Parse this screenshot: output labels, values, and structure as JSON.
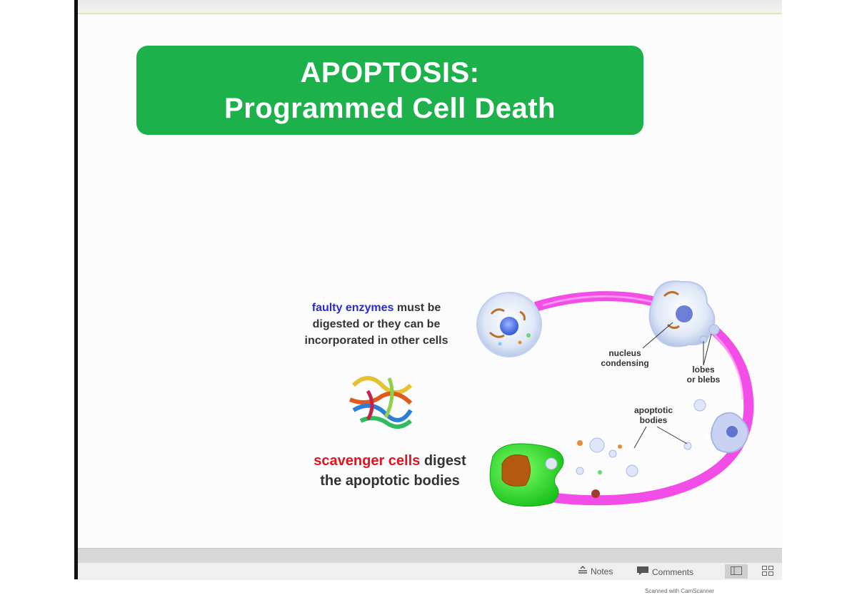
{
  "slide": {
    "title_line1": "APOPTOSIS:",
    "title_line2": "Programmed Cell Death",
    "title_color": "#1db14b",
    "faulty": {
      "highlight": "faulty enzymes",
      "rest1": " must be",
      "line2": "digested or they can be",
      "line3": "incorporated in other cells"
    },
    "scavenger": {
      "highlight": "scavenger cells",
      "rest1": " digest",
      "line2": "the apoptotic bodies"
    },
    "labels": {
      "nucleus_1": "nucleus",
      "nucleus_2": "condensing",
      "lobes_1": "lobes",
      "lobes_2": "or blebs",
      "apoptotic_1": "apoptotic",
      "apoptotic_2": "bodies"
    }
  },
  "statusbar": {
    "notes": "Notes",
    "comments": "Comments"
  },
  "watermark": "Scanned with CamScanner",
  "icons": [
    "notes-icon",
    "comments-icon",
    "normal-view-icon",
    "slide-sorter-icon"
  ]
}
